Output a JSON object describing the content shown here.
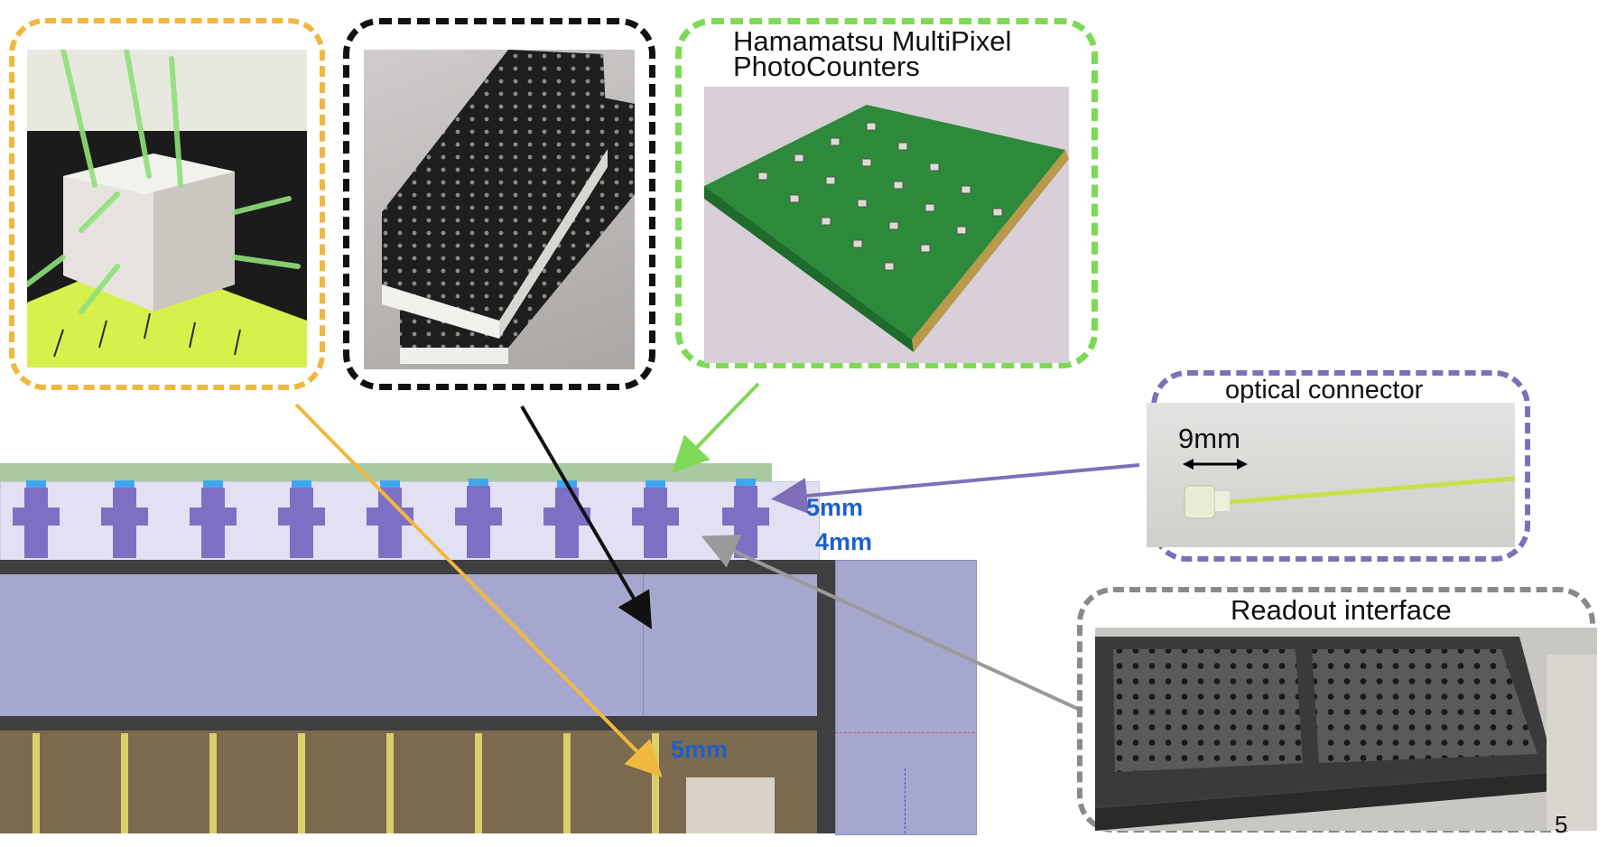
{
  "callouts": {
    "pmt_title": "Hamamatsu MultiPixel\nPhotoCounters",
    "optical_connector_title": "optical connector",
    "optical_connector_dim": "9mm",
    "readout_title": "Readout interface"
  },
  "dimensions": {
    "upper_5mm": "5mm",
    "upper_4mm": "4mm",
    "lower_5mm": "5mm"
  },
  "colors": {
    "cube_frame": "#f1b840",
    "panel_frame": "#111111",
    "pmt_frame": "#7ed957",
    "connector_frame": "#7f6fb8",
    "readout_frame": "#8a8a8a",
    "dimension_text": "#1f5fc8"
  },
  "page_number": "5"
}
